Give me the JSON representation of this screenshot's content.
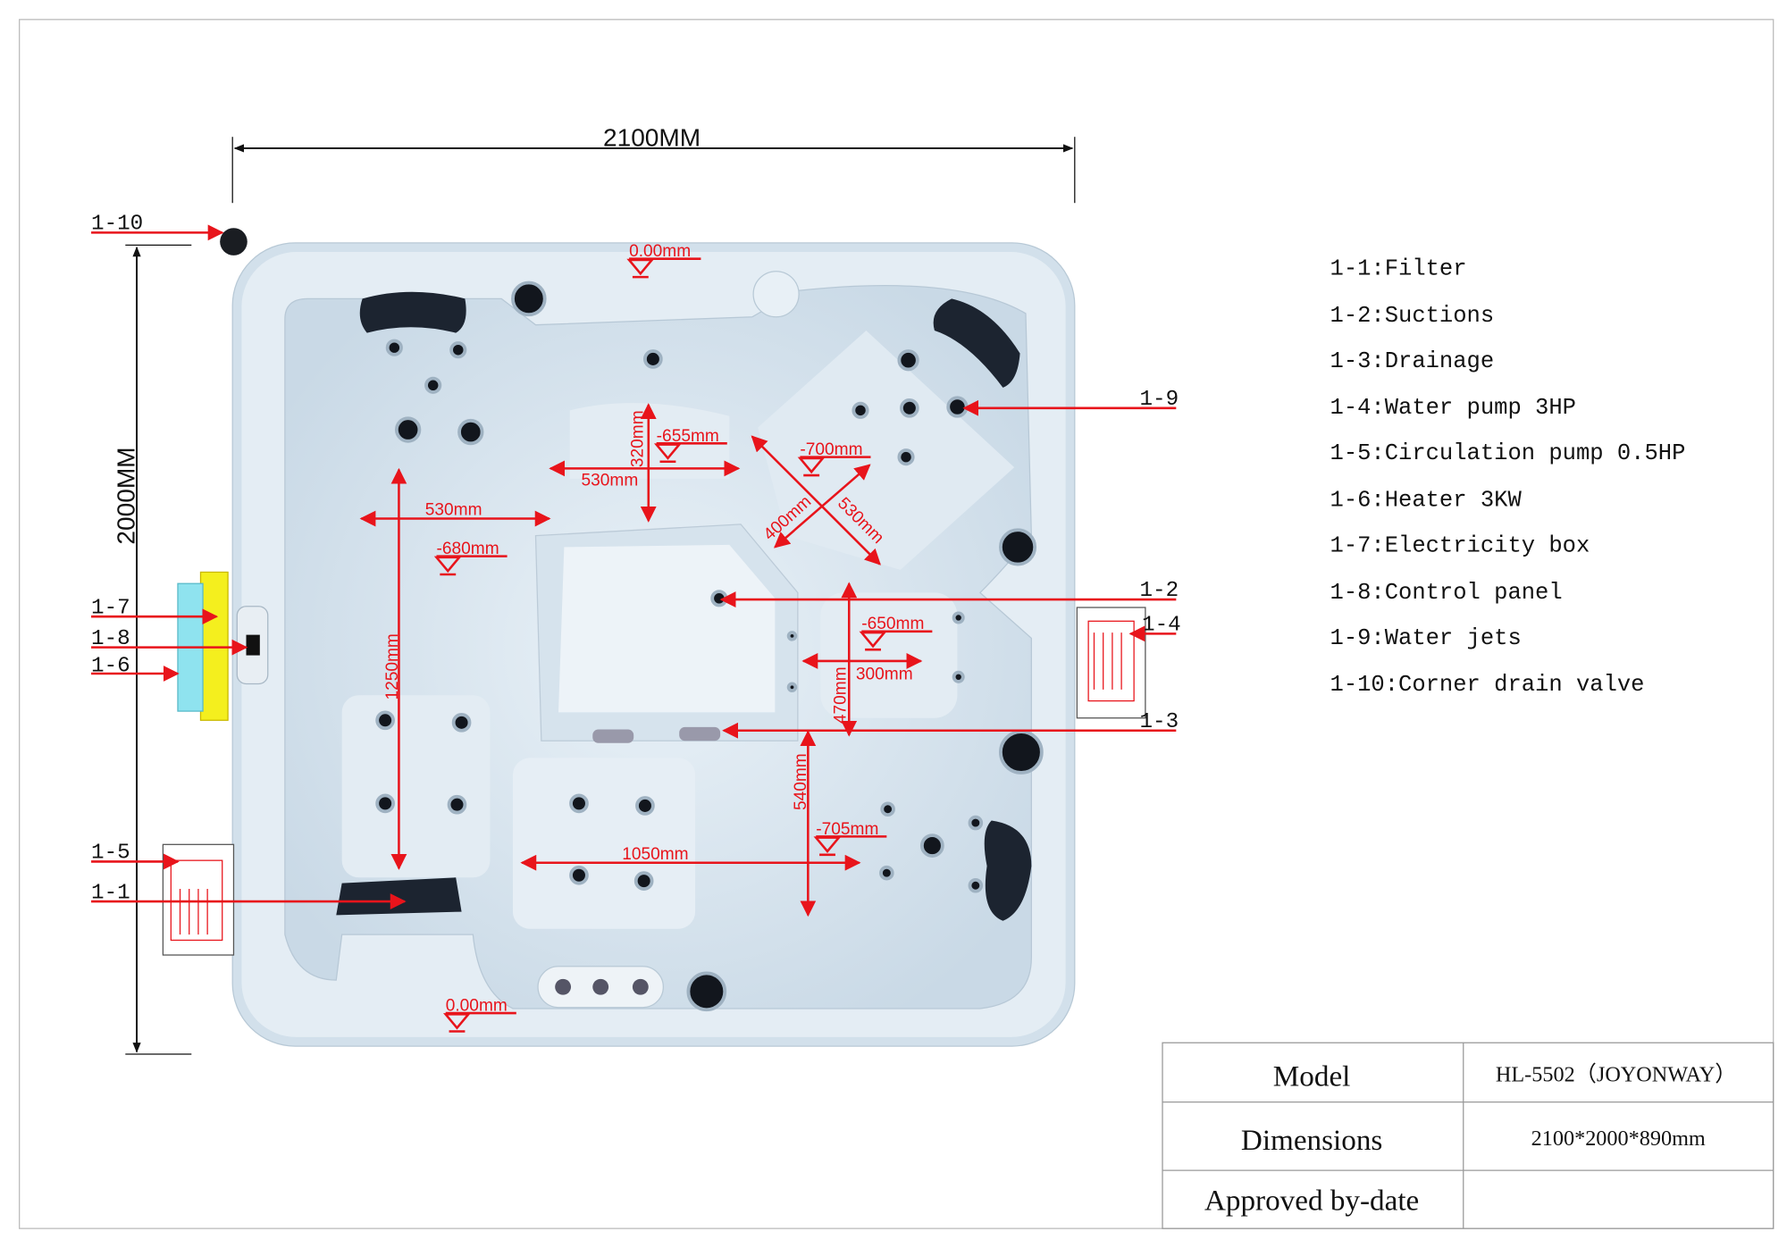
{
  "overall": {
    "width_label": "2100MM",
    "depth_label": "2000MM"
  },
  "levels": [
    "0.00mm",
    "-655mm",
    "-700mm",
    "-680mm",
    "-650mm",
    "-705mm",
    "0.00mm"
  ],
  "dims": {
    "d320": "320mm",
    "d530a": "530mm",
    "d530b": "530mm",
    "d530diag": "530mm",
    "d400": "400mm",
    "d1250": "1250mm",
    "d300": "300mm",
    "d470": "470mm",
    "d540": "540mm",
    "d1050": "1050mm"
  },
  "callouts": [
    "1-10",
    "1-7",
    "1-8",
    "1-6",
    "1-5",
    "1-1",
    "1-9",
    "1-2",
    "1-4",
    "1-3"
  ],
  "legend": [
    "1-1:Filter",
    "1-2:Suctions",
    "1-3:Drainage",
    "1-4:Water pump 3HP",
    "1-5:Circulation pump 0.5HP",
    "1-6:Heater 3KW",
    "1-7:Electricity box",
    "1-8:Control panel",
    "1-9:Water jets",
    "1-10:Corner drain valve"
  ],
  "spec_table": {
    "rows": [
      {
        "label": "Model",
        "value": "HL-5502（JOYONWAY）"
      },
      {
        "label": "Dimensions",
        "value": "2100*2000*890mm"
      },
      {
        "label": "Approved by-date",
        "value": ""
      }
    ]
  },
  "colors": {
    "dimension": "#e8141b",
    "tub": "#dce8f1",
    "pillow": "#1c2430"
  }
}
